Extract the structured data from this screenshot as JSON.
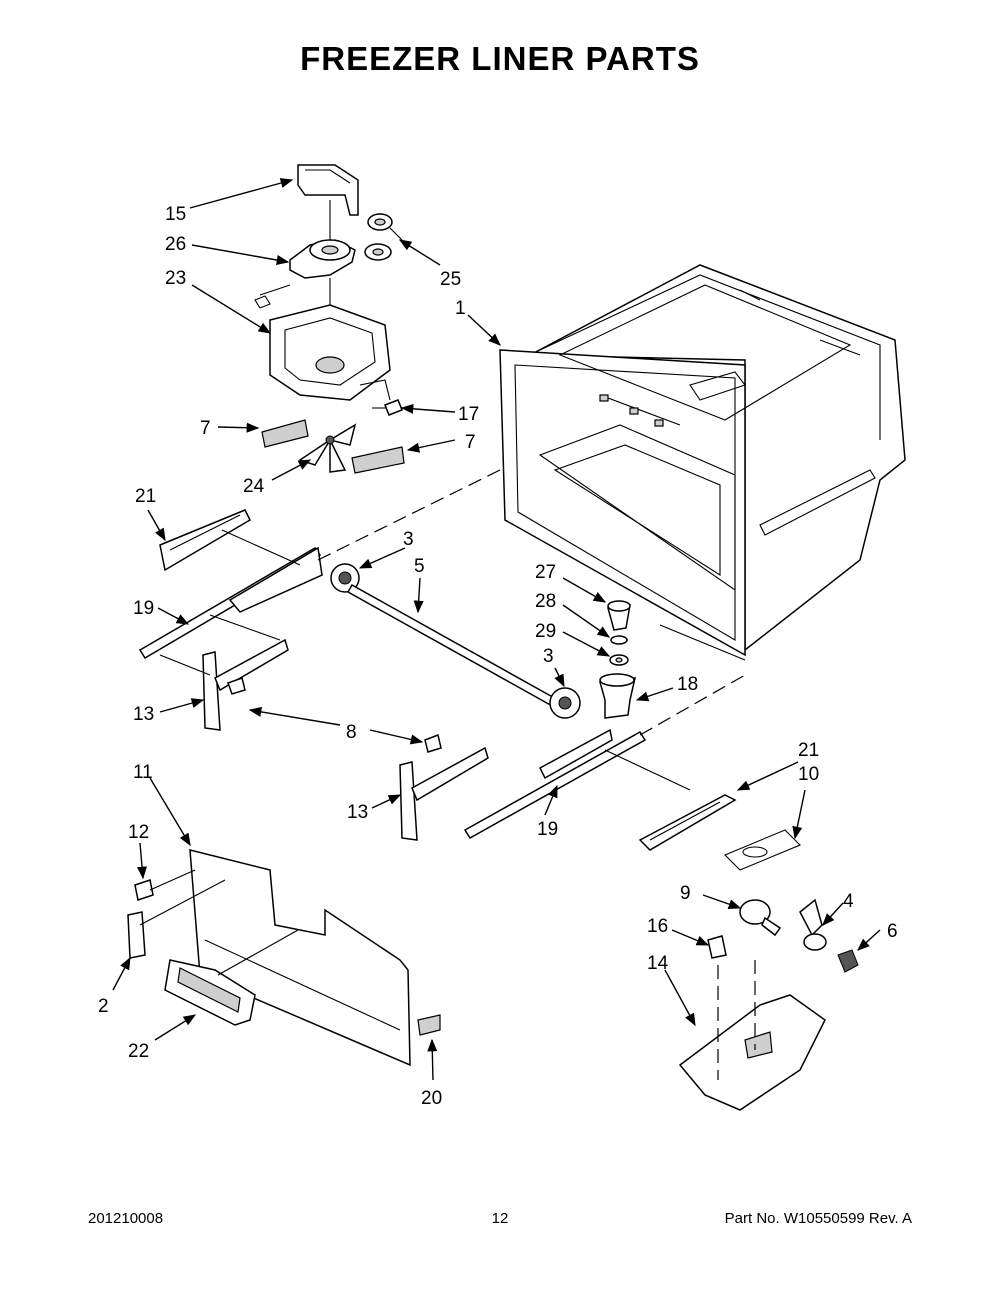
{
  "title": "FREEZER LINER PARTS",
  "footer": {
    "code": "201210008",
    "page": "12",
    "part_no": "Part No.  W10550599  Rev.  A"
  },
  "callouts": {
    "c15": "15",
    "c26": "26",
    "c23": "23",
    "c25": "25",
    "c1": "1",
    "c7a": "7",
    "c17": "17",
    "c7b": "7",
    "c24": "24",
    "c21a": "21",
    "c3a": "3",
    "c5": "5",
    "c19a": "19",
    "c27": "27",
    "c28": "28",
    "c29": "29",
    "c3b": "3",
    "c18": "18",
    "c13a": "13",
    "c8": "8",
    "c11": "11",
    "c21b": "21",
    "c10": "10",
    "c13b": "13",
    "c19b": "19",
    "c12": "12",
    "c9": "9",
    "c4": "4",
    "c16": "16",
    "c6": "6",
    "c14": "14",
    "c2": "2",
    "c22": "22",
    "c20": "20"
  }
}
